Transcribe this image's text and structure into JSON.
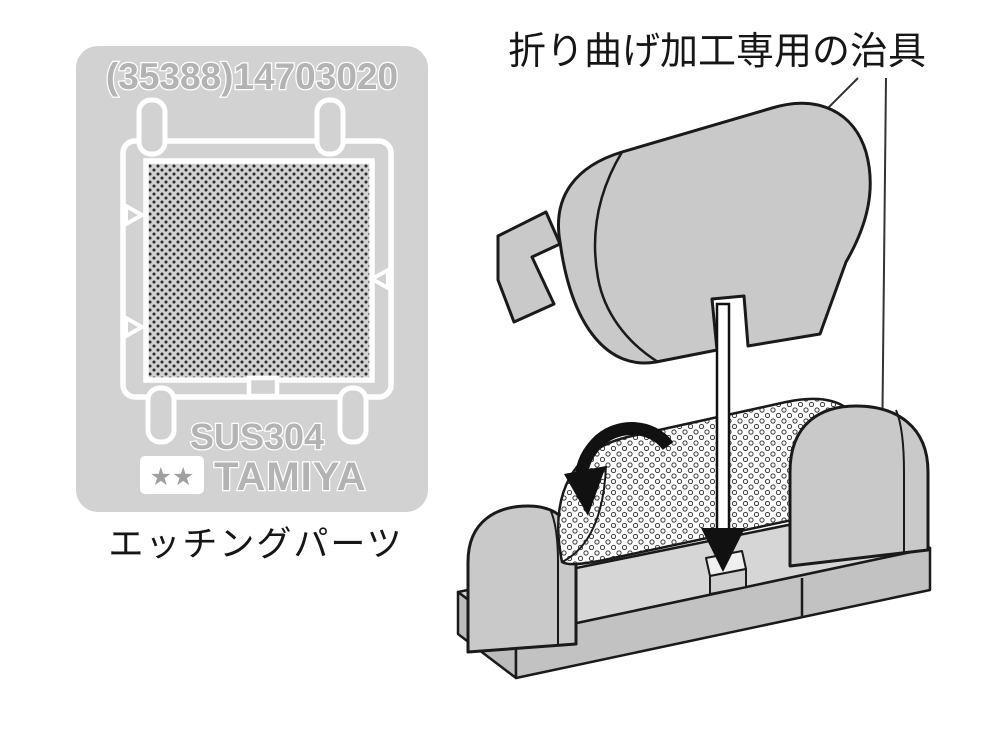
{
  "illustration": {
    "plate": {
      "code": "(35388)14703020",
      "material": "SUS304",
      "brand": "TAMIYA",
      "brand_stars": "★★",
      "caption": "エッチングパーツ"
    },
    "jig": {
      "title": "折り曲げ加工専用の治具"
    }
  },
  "colors": {
    "background": "#ffffff",
    "plate_gray": "#d2d2d2",
    "part_gray": "#c9c9c9",
    "base_top_gray": "#d6d6d6",
    "base_front_gray": "#c2c2c2",
    "outline_black": "#1a1a1a",
    "etch_outline_white": "#ffffff",
    "text_gray": "#b3b3b3",
    "ink_black": "#161616"
  }
}
